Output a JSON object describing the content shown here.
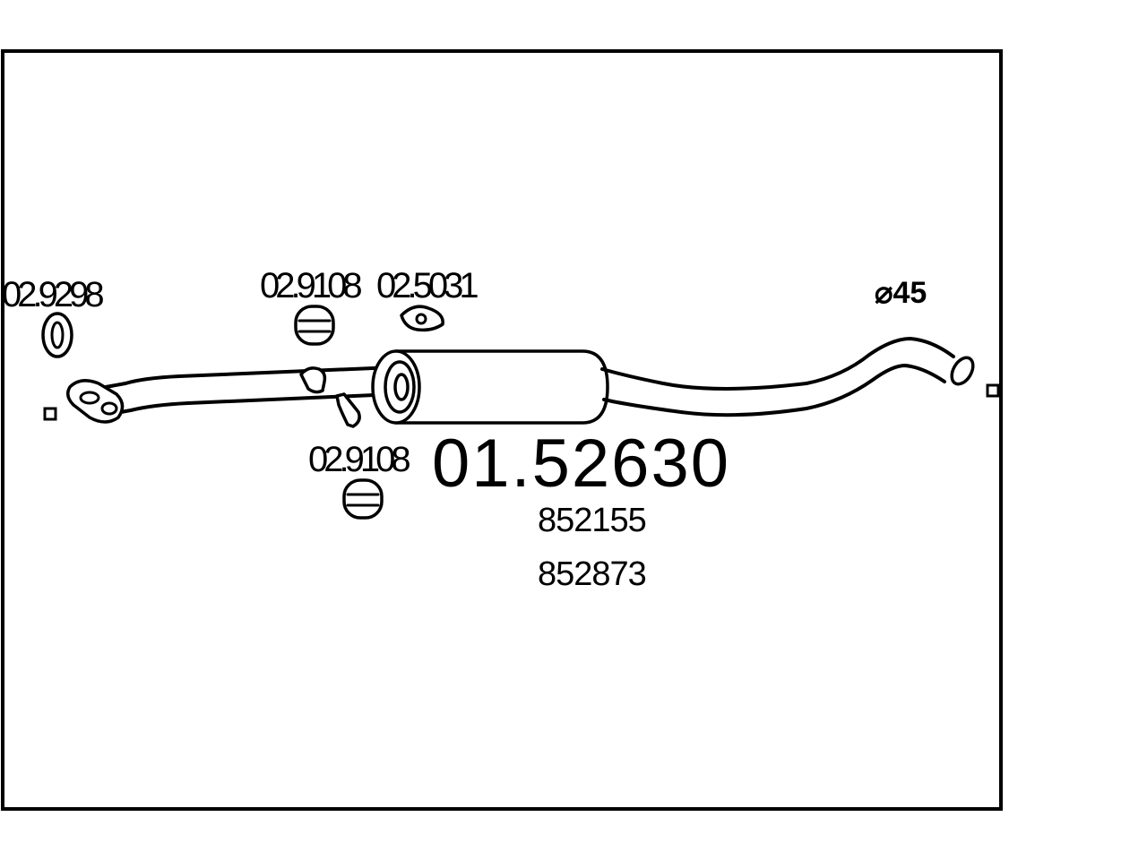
{
  "diagram": {
    "parts": {
      "clamp_front": "02.9298",
      "hanger_top": "02.9108",
      "bracket_top": "02.5031",
      "hanger_bottom": "02.9108"
    },
    "main_part_number": "01.52630",
    "oe_numbers": [
      "852155",
      "852873"
    ],
    "pipe_diameter": "⌀45"
  }
}
